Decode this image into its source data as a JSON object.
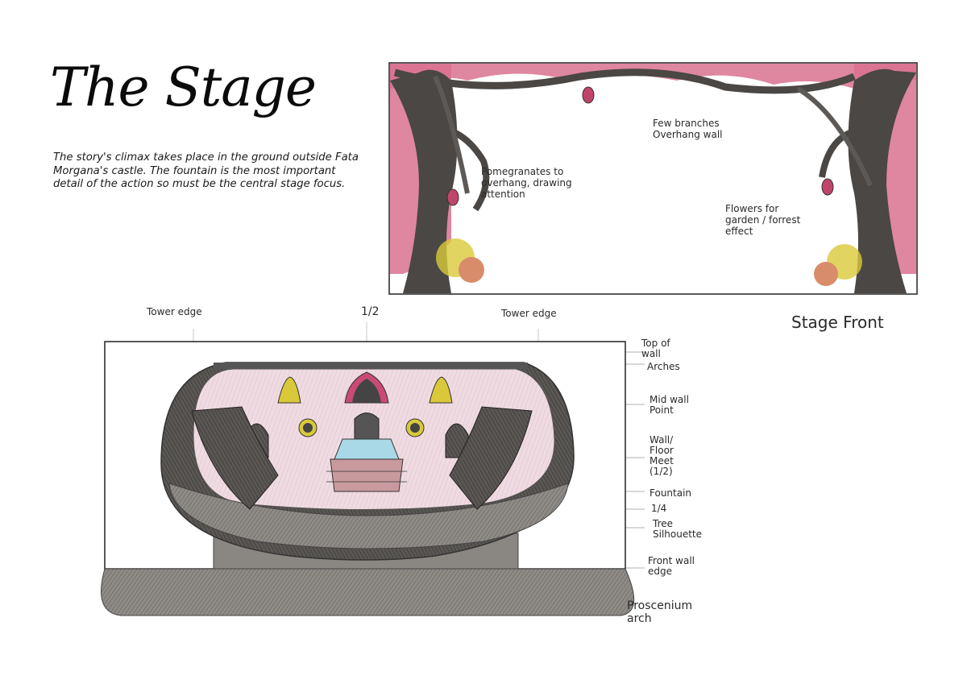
{
  "page": {
    "title": "The Stage",
    "description": "The story's climax takes place in the ground outside Fata Morgana's castle. The fountain is the most important detail of the action so must be the central stage focus."
  },
  "front_view": {
    "caption": "Stage Front",
    "notes": {
      "branches": "Few branches Overhang wall",
      "pomegranates": "Pomegranates to overhang, drawing attention",
      "flowers": "Flowers for garden / forrest effect"
    }
  },
  "plan_view": {
    "top_labels": {
      "left_tower": "Tower edge",
      "center": "1/2",
      "right_tower": "Tower edge"
    },
    "side_labels": [
      "Top of wall",
      "Arches",
      "Mid wall Point",
      "Wall/ Floor Meet (1/2)",
      "Fountain",
      "1/4",
      "Tree Silhouette",
      "Front wall edge",
      "Proscenium arch"
    ]
  },
  "colors": {
    "pink": "#d9718f",
    "bark": "#4a4744",
    "floor": "#9a9690",
    "blue": "#a9d8e6",
    "gold": "#d9c93a"
  }
}
